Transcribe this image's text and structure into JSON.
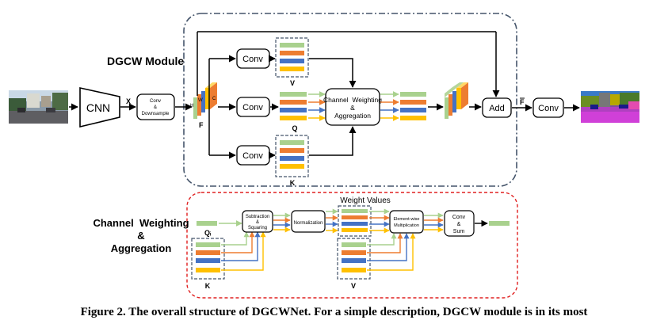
{
  "module_title": "DGCW Module",
  "cwa_title_line1": "Channel  Weighting",
  "cwa_title_line2": "&",
  "cwa_title_line3": "Aggregation",
  "cnn_label": "CNN",
  "x_label": "X",
  "conv_downsample_line1": "Conv",
  "conv_downsample_line2": "&",
  "conv_downsample_line3": "Downsample",
  "f_label": "F",
  "h_label": "H",
  "w_label": "W",
  "c_label": "C",
  "conv_label": "Conv",
  "v_label": "V",
  "q_label": "Q",
  "k_label": "K",
  "channel_weighting_line1": "Channel  Weighting",
  "channel_weighting_line2": "&",
  "channel_weighting_line3": "Aggregation",
  "add_label": "Add",
  "fbar_label": "F",
  "weight_values_label": "Weight Values",
  "qi_label": "Qᵢ",
  "sub_square_line1": "Subtraction",
  "sub_square_line2": "&",
  "sub_square_line3": "Squaring",
  "normalization_label": "Normalization",
  "elementwise_line1": "Element-wise",
  "elementwise_line2": "Multiplication",
  "conv_sum_line1": "Conv",
  "conv_sum_line2": "&",
  "conv_sum_line3": "Sum",
  "caption": "Figure 2.   The overall structure of DGCWNet. For a simple description, DGCW module is in its most",
  "colors": {
    "green": "#a9d18e",
    "orange": "#ed7d31",
    "blue": "#4472c4",
    "yellow": "#ffc000",
    "module_border": "#44546a",
    "cwa_border": "#e02020"
  }
}
